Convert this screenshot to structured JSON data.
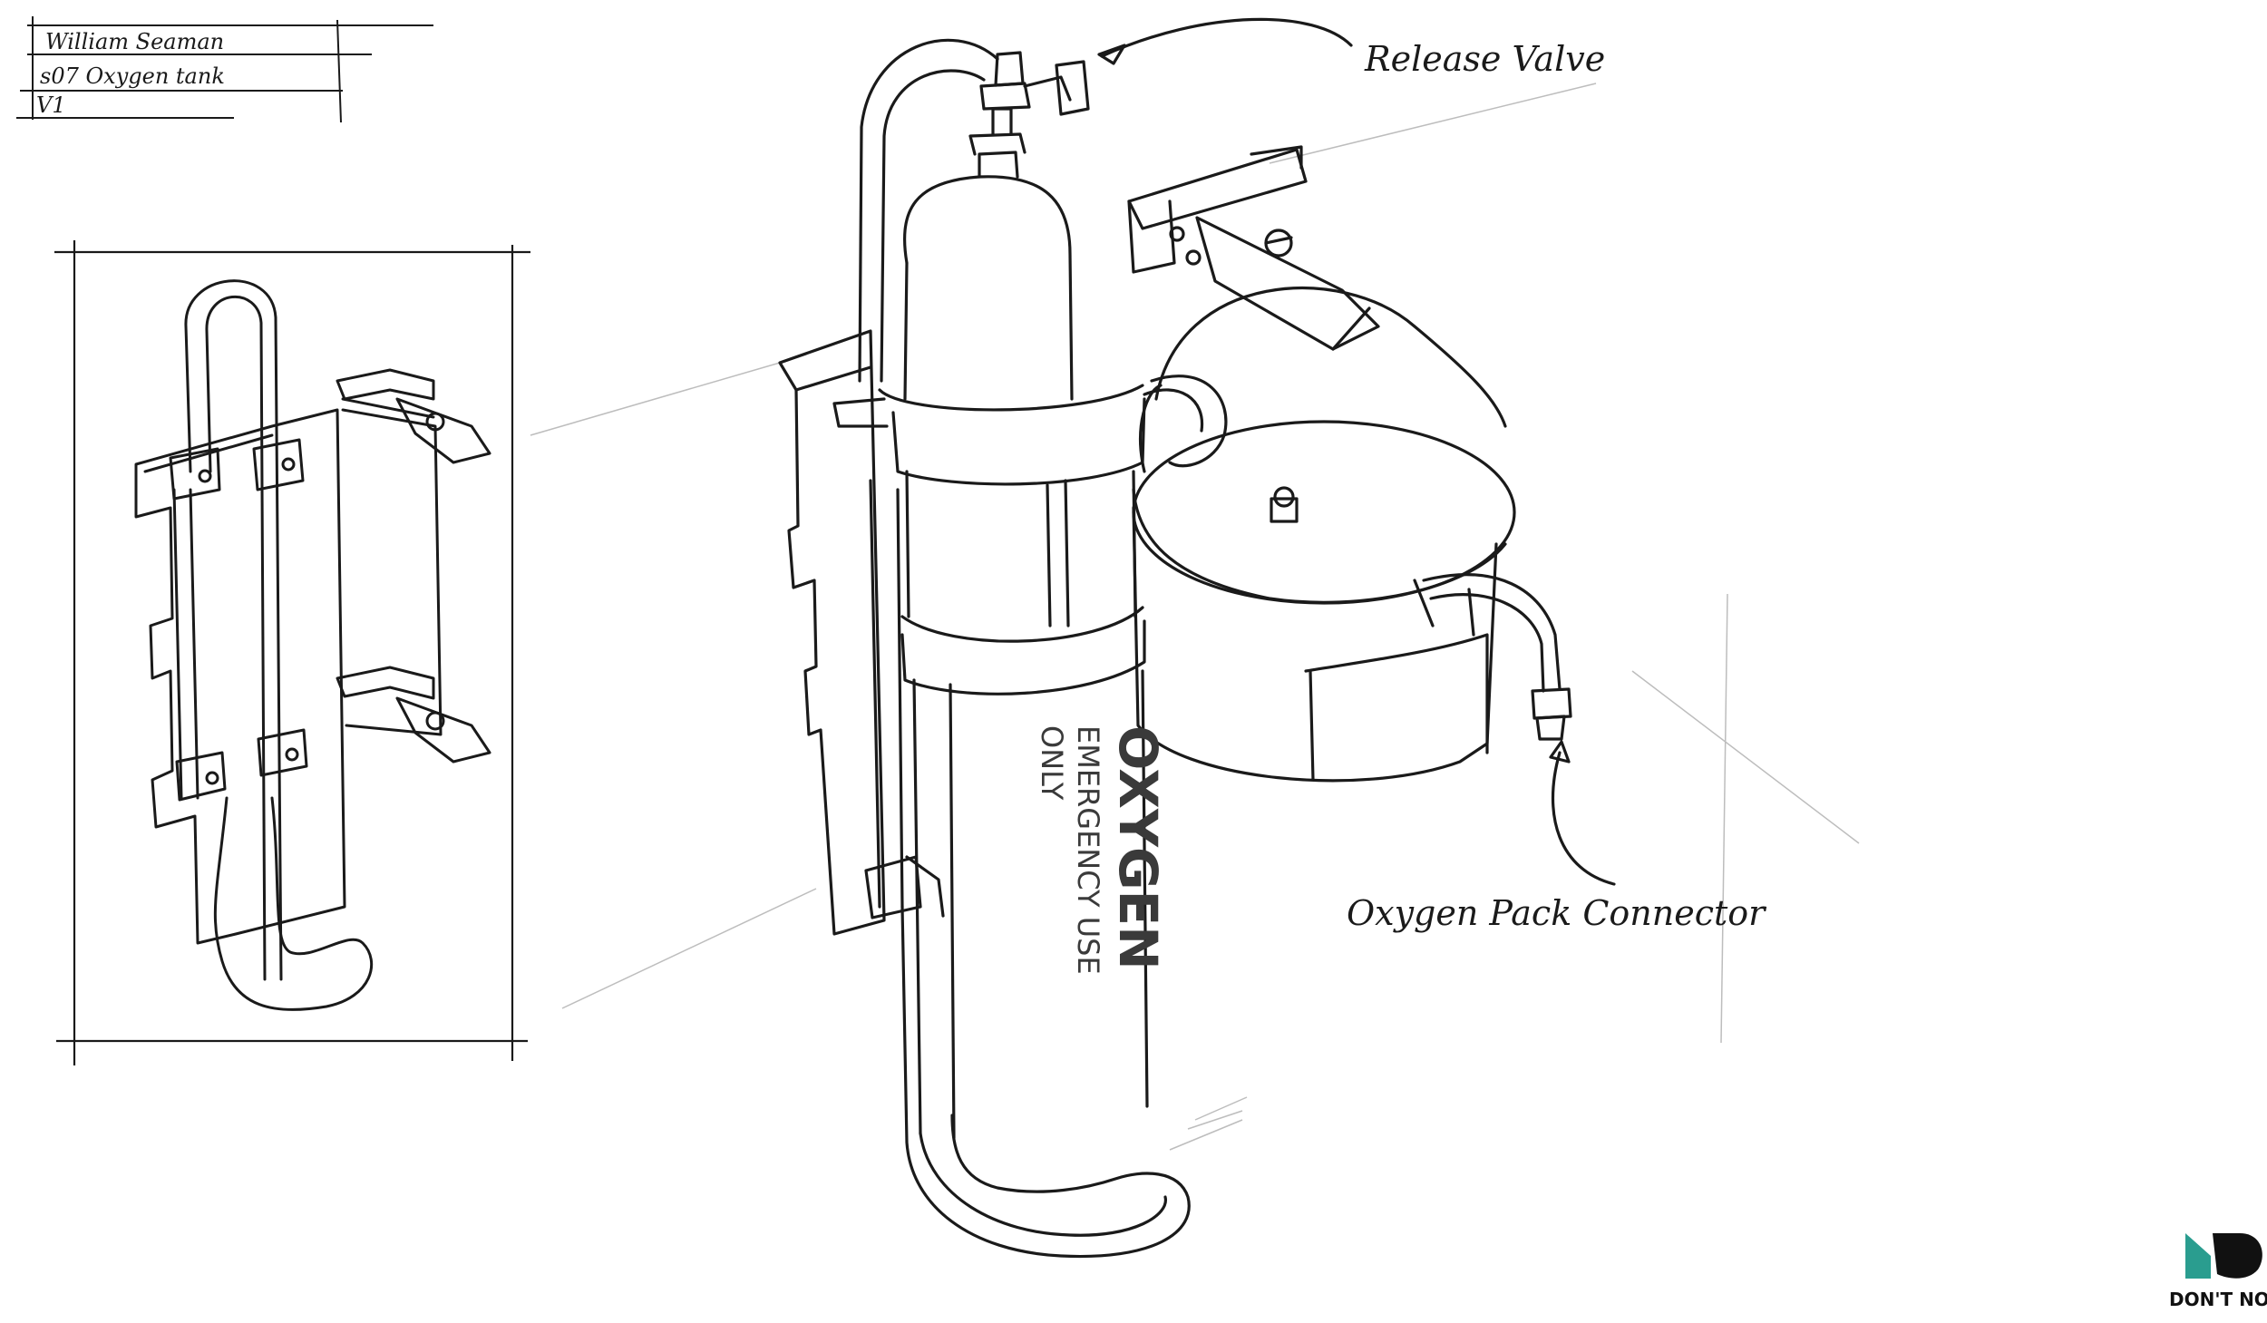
{
  "title_block": {
    "author": "William Seaman",
    "asset_name": "s07 Oxygen tank",
    "version": "V1"
  },
  "callouts": {
    "release_valve": "Release Valve",
    "pack_connector": "Oxygen Pack Connector"
  },
  "tank_label": {
    "line1": "OXYGEN",
    "line2": "EMERGENCY USE",
    "line3": "ONLY"
  },
  "studio_logo": {
    "text": "DON'T NOD",
    "accent_color": "#2a9d8f"
  },
  "colors": {
    "ink": "#1a1a1a",
    "paper": "#ffffff"
  }
}
